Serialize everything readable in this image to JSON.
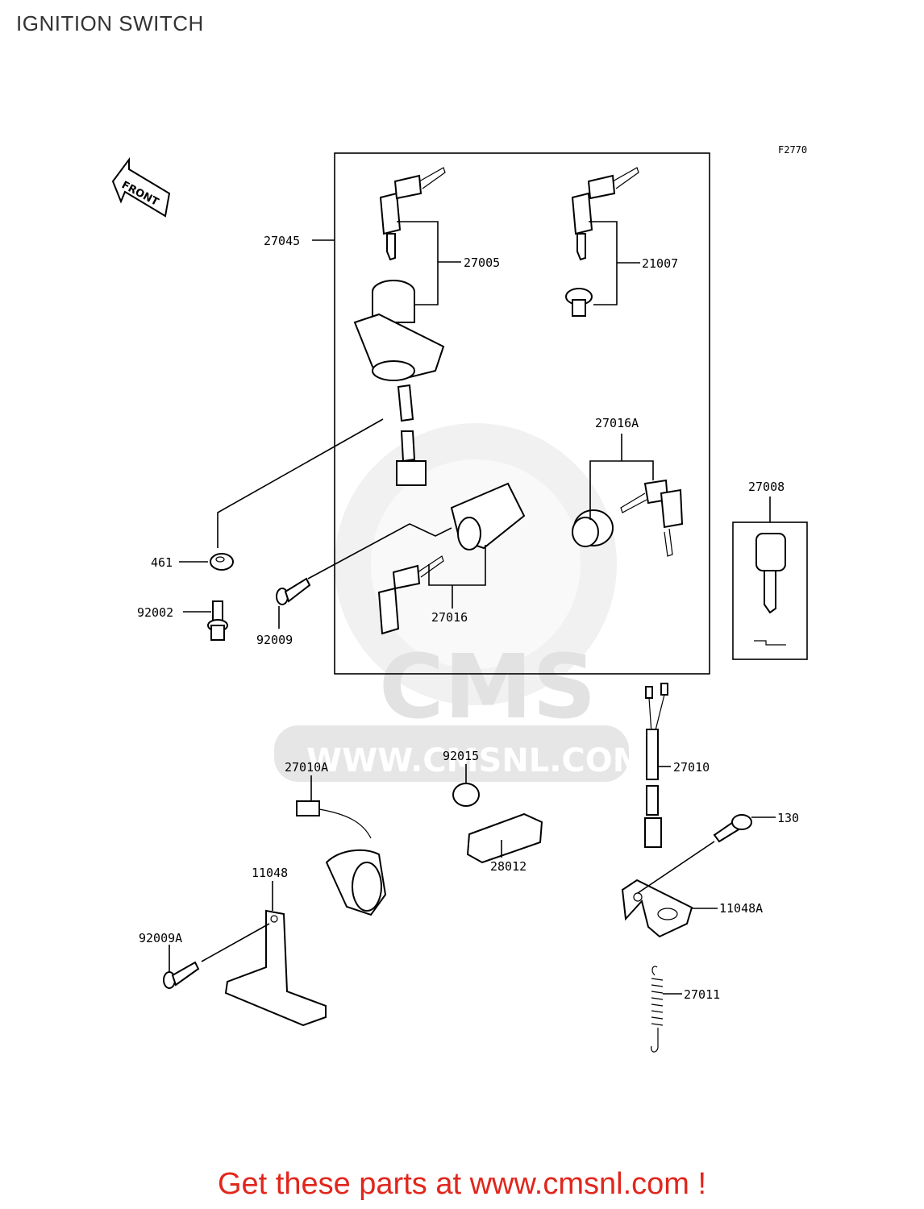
{
  "header": {
    "title": "IGNITION SWITCH"
  },
  "figure_code": "F2770",
  "front_label": "FRONT",
  "watermark": {
    "logo": "CMS",
    "url": "WWW.CMSNL.COM"
  },
  "parts": {
    "p27045": "27045",
    "p27005": "27005",
    "p21007": "21007",
    "p27016A": "27016A",
    "p27008": "27008",
    "p461": "461",
    "p92002": "92002",
    "p92009": "92009",
    "p27016": "27016",
    "p27010A": "27010A",
    "p92015": "92015",
    "p27010": "27010",
    "p130": "130",
    "p28012": "28012",
    "p11048": "11048",
    "p11048A": "11048A",
    "p92009A": "92009A",
    "p27011": "27011"
  },
  "footer": {
    "text": "Get these parts at www.cmsnl.com !"
  },
  "colors": {
    "footer": "#e1261c",
    "watermark": "#e6e6e6"
  }
}
